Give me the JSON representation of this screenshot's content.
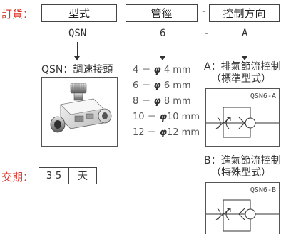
{
  "order": {
    "label": "訂貨：",
    "boxes": [
      "型式",
      "管徑",
      "控制方向"
    ],
    "separator": "-",
    "codes": [
      "QSN",
      "6",
      "-",
      "A"
    ]
  },
  "product": {
    "name": "QSN：調速接頭"
  },
  "sizes": [
    {
      "lead": "4 －",
      "phi": "φ",
      "value": " 4 mm"
    },
    {
      "lead": "6 －",
      "phi": "φ",
      "value": " 6 mm"
    },
    {
      "lead": "8 －",
      "phi": "φ",
      "value": " 8 mm"
    },
    {
      "lead": "10 －",
      "phi": "φ",
      "value": "10 mm"
    },
    {
      "lead": "12 －",
      "phi": "φ",
      "value": "12 mm"
    }
  ],
  "options": [
    {
      "line1": "A：排氣節流控制",
      "line2": "（標準型式）",
      "model": "QSN6-A"
    },
    {
      "line1": "B：進氣節流控制",
      "line2": "（特殊型式）",
      "model": "QSN6-B"
    }
  ],
  "delivery": {
    "label": "交期：",
    "value": "3-5",
    "unit": "天"
  },
  "colors": {
    "accent": "#d9342b",
    "border": "#444444",
    "text": "#333333"
  }
}
